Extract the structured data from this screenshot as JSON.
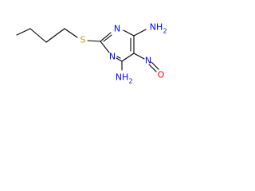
{
  "molecule": {
    "labels": {
      "sulfur": "S",
      "ring_n_top": "N",
      "ring_n_bottom": "N",
      "amine_top": "NH",
      "amine_top_sub": "2",
      "amine_bottom": "NH",
      "amine_bottom_sub": "2",
      "nitroso_n": "N",
      "nitroso_o": "O"
    },
    "colors": {
      "bond": "#000000",
      "sulfur": "#b3a800",
      "nitrogen": "#0000ff",
      "oxygen": "#ff0000"
    }
  }
}
